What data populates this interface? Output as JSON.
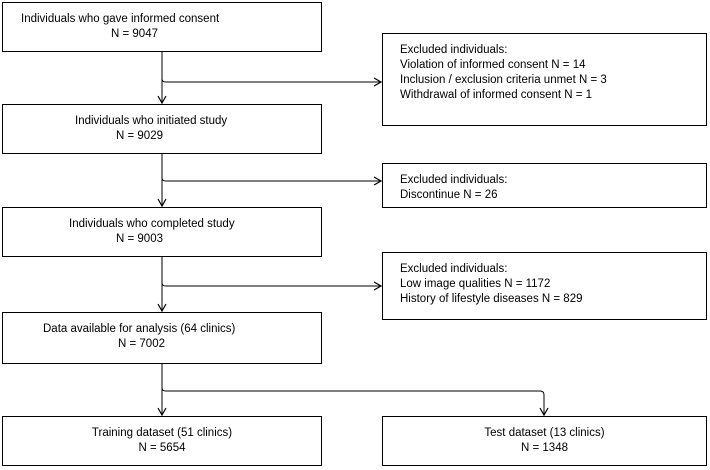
{
  "flow": {
    "consent": {
      "title": "Individuals who gave informed consent",
      "count": "N = 9047"
    },
    "initiated": {
      "title": "Individuals who initiated study",
      "count": "N = 9029"
    },
    "completed": {
      "title": "Individuals who completed study",
      "count": "N = 9003"
    },
    "analysis": {
      "title": "Data available for analysis (64 clinics)",
      "count": "N = 7002"
    },
    "training": {
      "title": "Training dataset (51 clinics)",
      "count": "N = 5654"
    },
    "test": {
      "title": "Test dataset (13 clinics)",
      "count": "N = 1348"
    }
  },
  "exclusions": [
    {
      "heading": "Excluded individuals:",
      "items": [
        "Violation of informed consent N = 14",
        "Inclusion / exclusion criteria unmet N = 3",
        "Withdrawal of informed consent N = 1"
      ]
    },
    {
      "heading": "Excluded individuals:",
      "items": [
        "Discontinue N = 26"
      ]
    },
    {
      "heading": "Excluded individuals:",
      "items": [
        "Low image qualities N = 1172",
        "History of lifestyle diseases N = 829"
      ]
    }
  ],
  "colors": {
    "stroke": "#000000",
    "background": "#ffffff"
  }
}
